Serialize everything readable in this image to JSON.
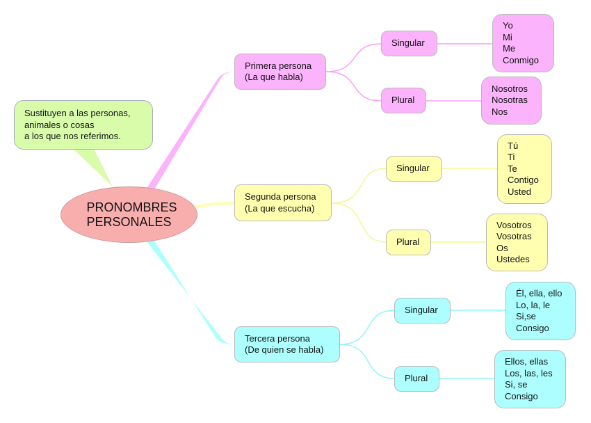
{
  "root": {
    "label": "PRONOMBRES\nPERSONALES"
  },
  "note": {
    "text": "Sustituyen a las personas,\nanimales o cosas\na los que nos referimos."
  },
  "branches": [
    {
      "label": "Primera persona\n(La que habla)",
      "color": "#fbb3fb",
      "singular": {
        "label": "Singular",
        "items": "Yo\nMi\nMe\nConmigo"
      },
      "plural": {
        "label": "Plural",
        "items": "Nosotros\nNosotras\nNos"
      }
    },
    {
      "label": "Segunda persona\n(La que escucha)",
      "color": "#ffffaf",
      "singular": {
        "label": "Singular",
        "items": "Tú\nTi\nTe\nContigo\nUsted"
      },
      "plural": {
        "label": "Plural",
        "items": "Vosotros\nVosotras\nOs\nUstedes"
      }
    },
    {
      "label": "Tercera persona\n(De quien se habla)",
      "color": "#adffff",
      "singular": {
        "label": "Singular",
        "items": "Él, ella, ello\nLo, la, le\nSi,se\nConsigo"
      },
      "plural": {
        "label": "Plural",
        "items": "Ellos, ellas\nLos, las, les\nSi, se\nConsigo"
      }
    }
  ]
}
